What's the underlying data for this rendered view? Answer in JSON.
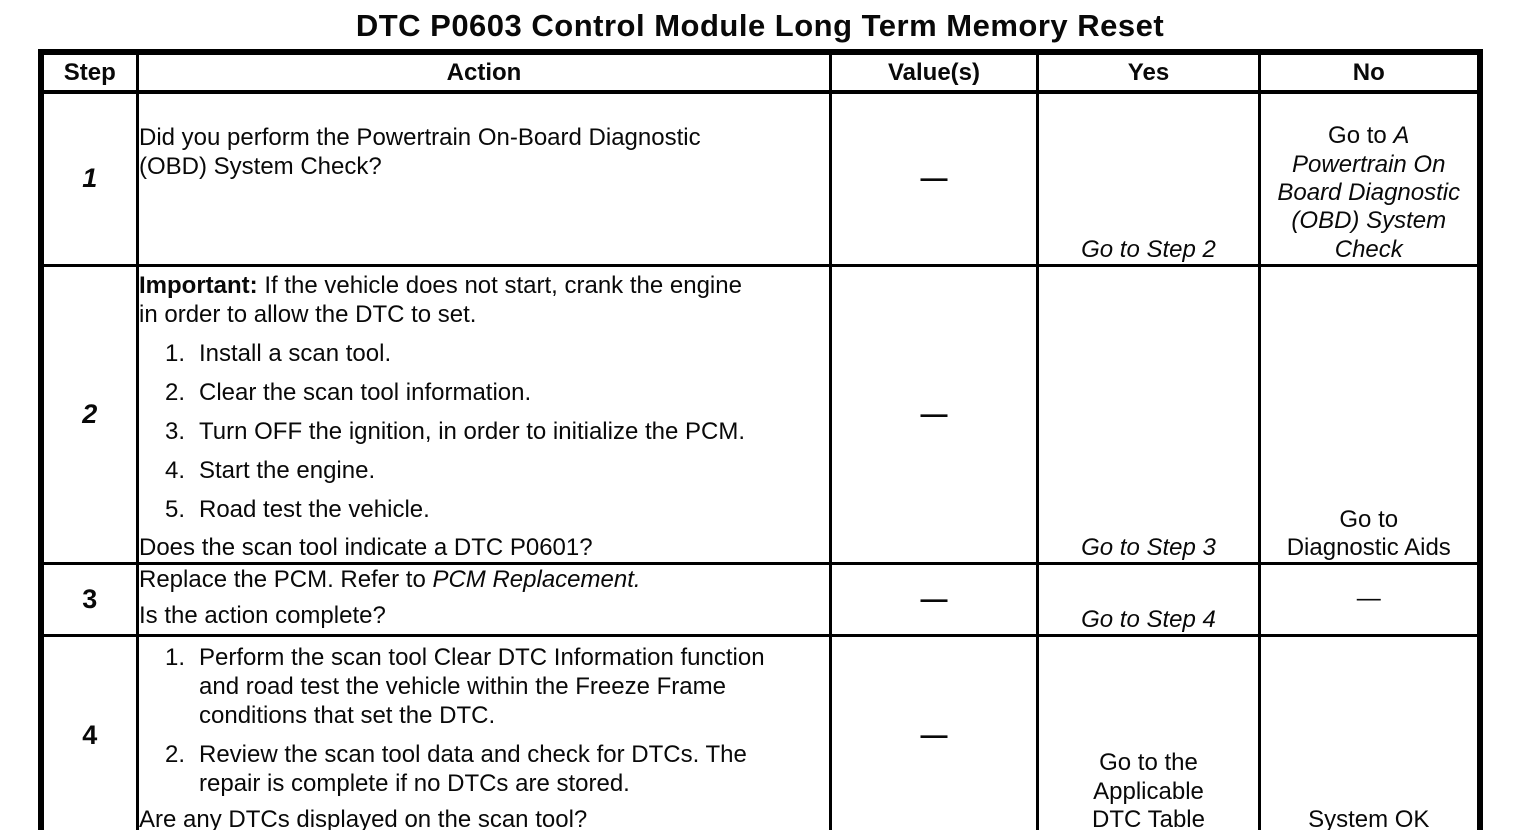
{
  "title": "DTC P0603 Control Module Long Term Memory Reset",
  "headers": {
    "step": "Step",
    "action": "Action",
    "values": "Value(s)",
    "yes": "Yes",
    "no": "No"
  },
  "rows": {
    "r1": {
      "step": "1",
      "question": "Did you perform the Powertrain On-Board Diagnostic\n(OBD) System Check?",
      "value": "—",
      "yes": "Go to Step 2",
      "no_plain": "Go to ",
      "no_ref": "A\nPowertrain On\nBoard Diagnostic\n(OBD) System\nCheck"
    },
    "r2": {
      "step": "2",
      "important_label": "Important:",
      "important_text": " If the vehicle does not start, crank the engine\nin order to allow the DTC to set.",
      "list": [
        {
          "n": "1.",
          "text": "Install a scan tool."
        },
        {
          "n": "2.",
          "text": "Clear the scan tool information."
        },
        {
          "n": "3.",
          "text": "Turn OFF the ignition, in order to initialize the PCM."
        },
        {
          "n": "4.",
          "text": "Start the engine."
        },
        {
          "n": "5.",
          "text": "Road test the vehicle."
        }
      ],
      "question": "Does the scan tool indicate a DTC P0601?",
      "value": "—",
      "yes": "Go to Step 3",
      "no": "Go to\nDiagnostic Aids"
    },
    "r3": {
      "step": "3",
      "action_plain": "Replace the PCM. Refer to ",
      "action_ref": "PCM Replacement.",
      "question": "Is the action complete?",
      "value": "—",
      "yes": "Go to Step 4",
      "no": "—"
    },
    "r4": {
      "step": "4",
      "list": [
        {
          "n": "1.",
          "text": "Perform the scan tool Clear DTC Information function\nand road test the vehicle within the Freeze Frame\nconditions that set the DTC."
        },
        {
          "n": "2.",
          "text": "Review the scan tool data and check for DTCs. The\nrepair is complete if no DTCs are stored."
        }
      ],
      "question": "Are any DTCs displayed on the scan tool?",
      "value": "—",
      "yes": "Go to the\nApplicable\nDTC Table",
      "no": "System OK"
    }
  }
}
